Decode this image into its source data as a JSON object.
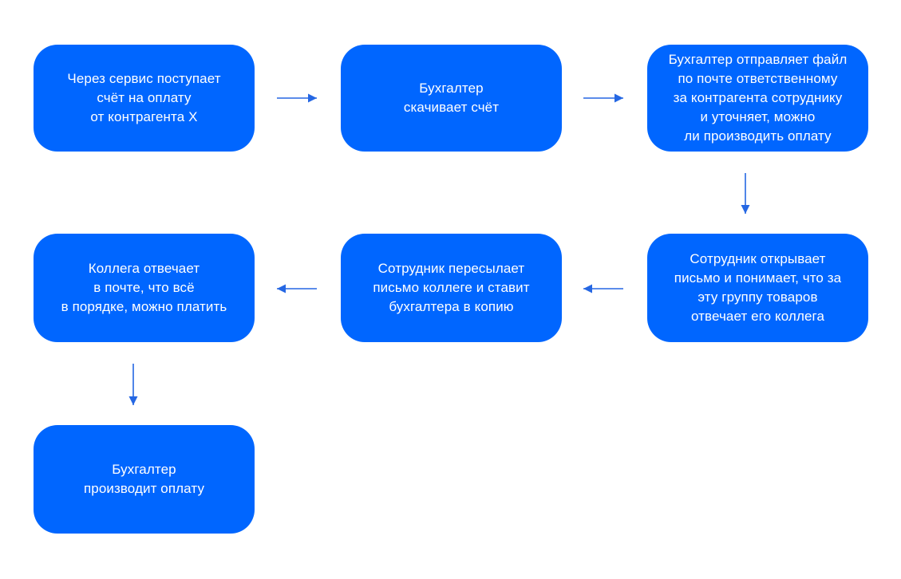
{
  "diagram": {
    "background_color": "#ffffff",
    "node_color": "#0066ff",
    "node_text_color": "#ffffff",
    "arrow_color": "#2567e3",
    "nodes": [
      {
        "id": "step-1",
        "label": "Через сервис поступает\nсчёт на оплату\nот контрагента X"
      },
      {
        "id": "step-2",
        "label": "Бухгалтер\nскачивает счёт"
      },
      {
        "id": "step-3",
        "label": "Бухгалтер отправляет файл\nпо почте ответственному\nза контрагента сотруднику\nи уточняет, можно\nли производить оплату"
      },
      {
        "id": "step-4",
        "label": "Сотрудник открывает\nписьмо и понимает, что за\nэту группу товаров\nотвечает его коллега"
      },
      {
        "id": "step-5",
        "label": "Сотрудник пересылает\nписьмо коллеге и ставит\nбухгалтера в копию"
      },
      {
        "id": "step-6",
        "label": "Коллега отвечает\nв почте, что всё\nв порядке, можно платить"
      },
      {
        "id": "step-7",
        "label": "Бухгалтер\nпроизводит оплату"
      }
    ],
    "edges": [
      {
        "from": "step-1",
        "to": "step-2",
        "direction": "right"
      },
      {
        "from": "step-2",
        "to": "step-3",
        "direction": "right"
      },
      {
        "from": "step-3",
        "to": "step-4",
        "direction": "down"
      },
      {
        "from": "step-4",
        "to": "step-5",
        "direction": "left"
      },
      {
        "from": "step-5",
        "to": "step-6",
        "direction": "left"
      },
      {
        "from": "step-6",
        "to": "step-7",
        "direction": "down"
      }
    ]
  }
}
